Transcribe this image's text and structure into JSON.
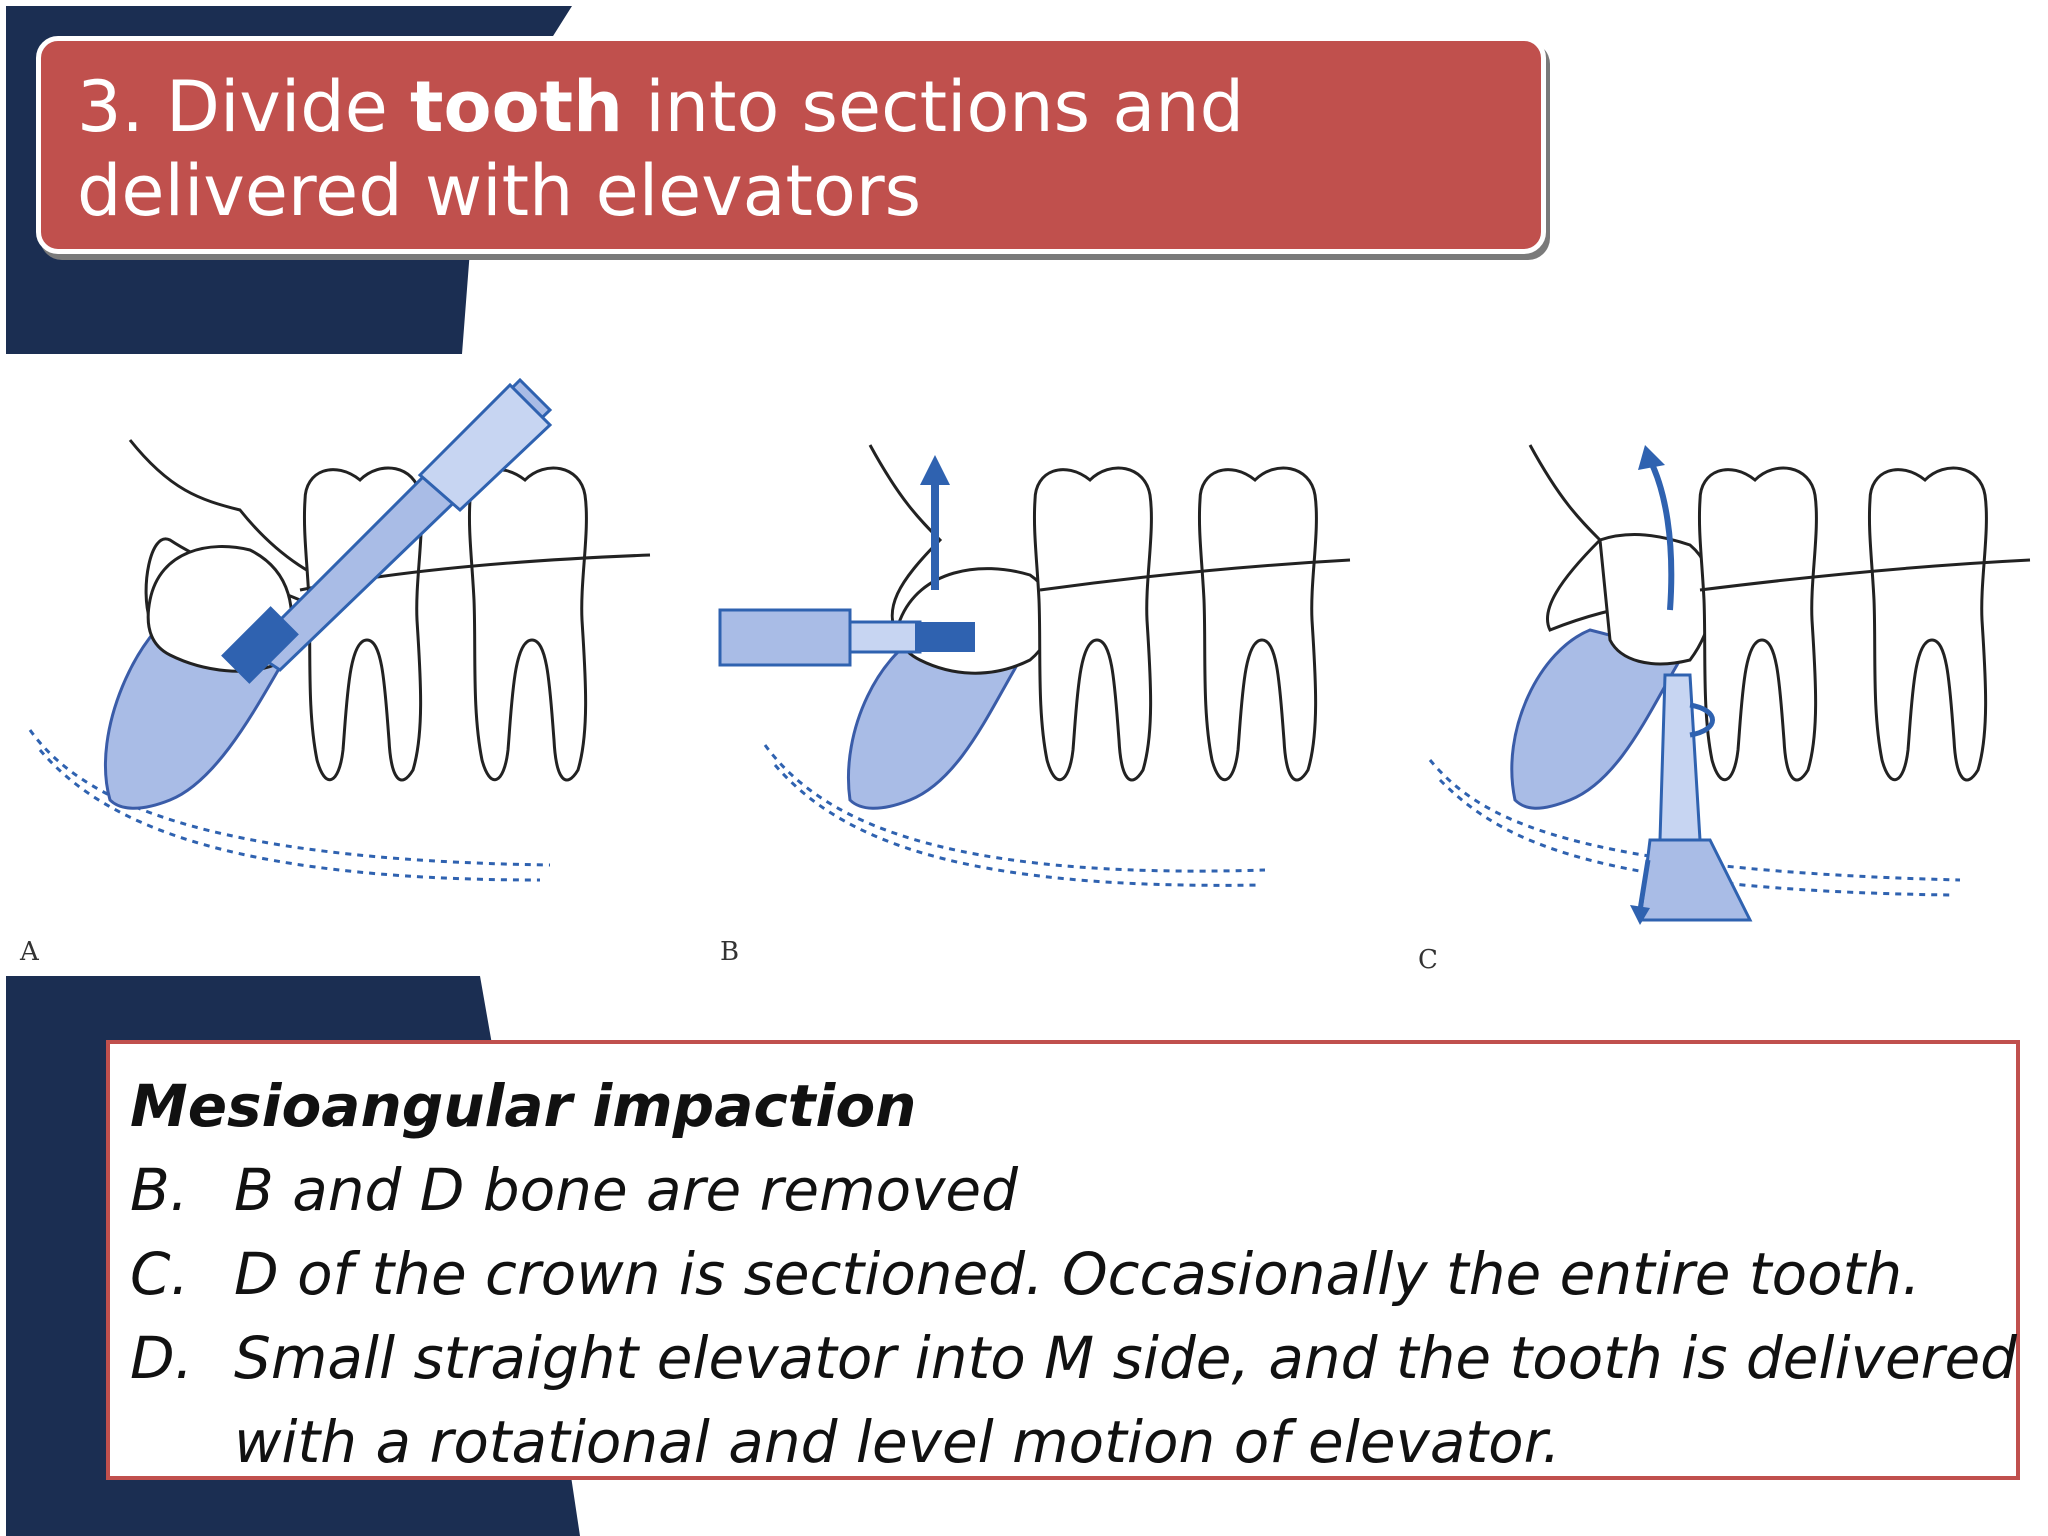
{
  "title": {
    "prefix": "3. Divide ",
    "bold": "tooth",
    "suffix": " into sections and",
    "line2": "delivered with elevators"
  },
  "figure": {
    "panels": [
      {
        "label": "A"
      },
      {
        "label": "B"
      },
      {
        "label": "C"
      }
    ]
  },
  "caption": {
    "heading": "Mesioangular impaction",
    "items": [
      {
        "label": "B.",
        "text": "B and D bone are removed"
      },
      {
        "label": "C.",
        "text": "D of the crown is sectioned. Occasionally the entire tooth."
      },
      {
        "label": "D.",
        "text": "Small straight elevator into M side, and the tooth is delivered",
        "text2": "with a rotational and level motion of elevator."
      }
    ]
  },
  "colors": {
    "navy": "#1b2e52",
    "title_red": "#c0504d",
    "bone_blue": "#a9bce6",
    "instrument_blue": "#2f62b0"
  }
}
